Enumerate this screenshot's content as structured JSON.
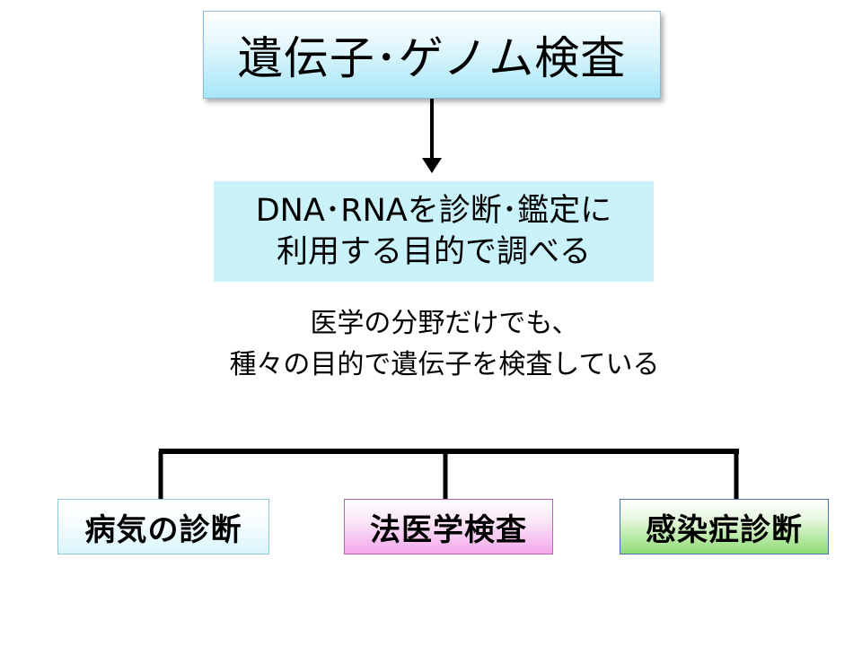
{
  "title": "遺伝子･ゲノム検査",
  "purpose": {
    "line1": "DNA･RNAを診断･鑑定に",
    "line2": "利用する目的で調べる"
  },
  "note": {
    "line1": "医学の分野だけでも、",
    "line2": "種々の目的で遺伝子を検査している"
  },
  "categories": [
    {
      "label": "病気の診断"
    },
    {
      "label": "法医学検査"
    },
    {
      "label": "感染症診断"
    }
  ],
  "colors": {
    "title_box_fill": "#a6e6f7",
    "purpose_box_fill": "#c9f2fb",
    "disease_box_fill": "#d9f6fb",
    "forensic_box_fill": "#f3a8ec",
    "infection_box_fill": "#8fdc74",
    "connector": "#000000"
  }
}
